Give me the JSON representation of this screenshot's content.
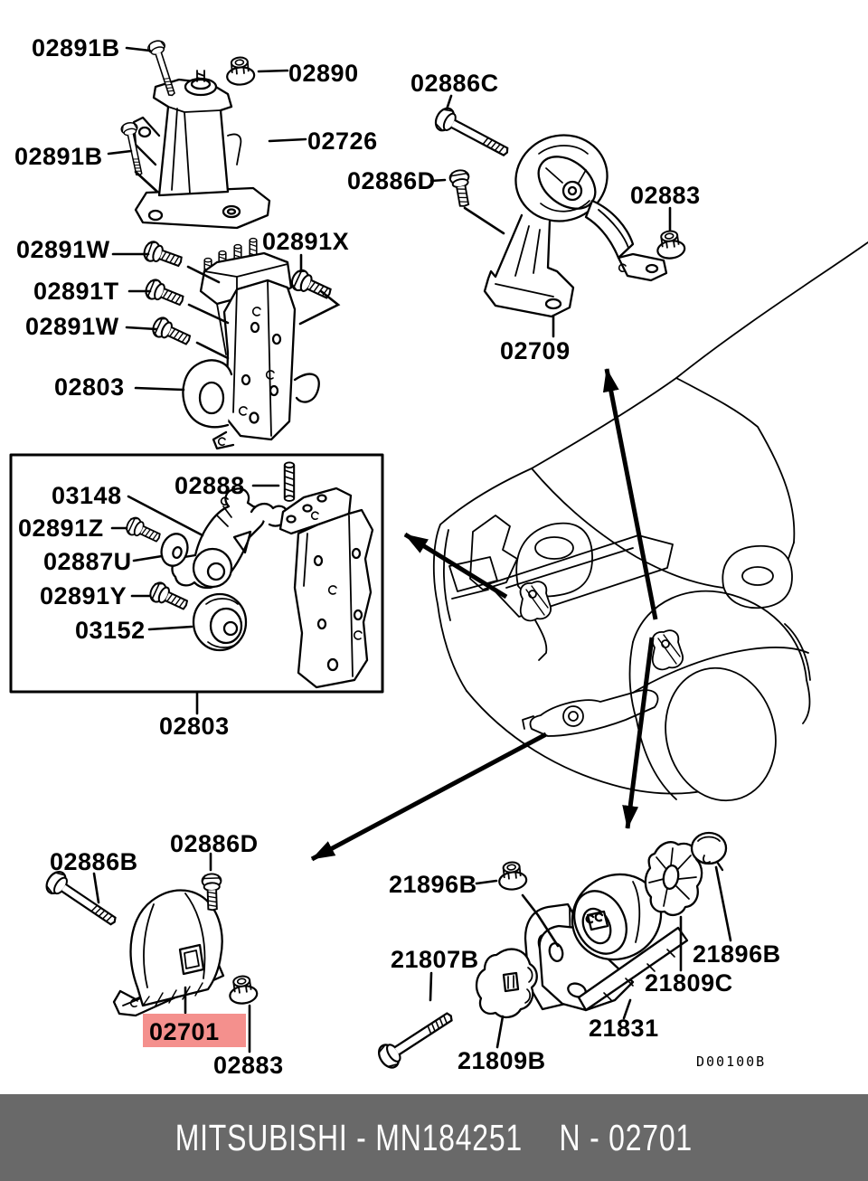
{
  "doc": {
    "type": "parts-diagram",
    "brand": "MITSUBISHI",
    "part_reference": "MN184251",
    "selected_part": "02701"
  },
  "footer": {
    "left": "MITSUBISHI - MN184251",
    "right": "N - 02701",
    "bg": "#696969",
    "text_color": "#ffffff"
  },
  "highlight": {
    "bg": "#f4908d",
    "text_color": "#9e1e1c"
  },
  "diagram_code": "D00100B",
  "labels": {
    "b02891b_a": "02891B",
    "n02890": "02890",
    "a02726": "02726",
    "b02891b_b": "02891B",
    "b02886c": "02886C",
    "b02886d_a": "02886D",
    "n02883_a": "02883",
    "m02709": "02709",
    "b02891w_a": "02891W",
    "b02891x": "02891X",
    "b02891t": "02891T",
    "b02891w_b": "02891W",
    "a02803_a": "02803",
    "p03148": "03148",
    "s02888": "02888",
    "b02891z": "02891Z",
    "w02887u": "02887U",
    "b02891y": "02891Y",
    "p03152": "03152",
    "a02803_b": "02803",
    "b02886b": "02886B",
    "b02886d_b": "02886D",
    "m02701": "02701",
    "n02883_b": "02883",
    "n21896b_a": "21896B",
    "b21807b": "21807B",
    "p21809b": "21809B",
    "m21831": "21831",
    "p21809c": "21809C",
    "c21896b_b": "21896B"
  }
}
